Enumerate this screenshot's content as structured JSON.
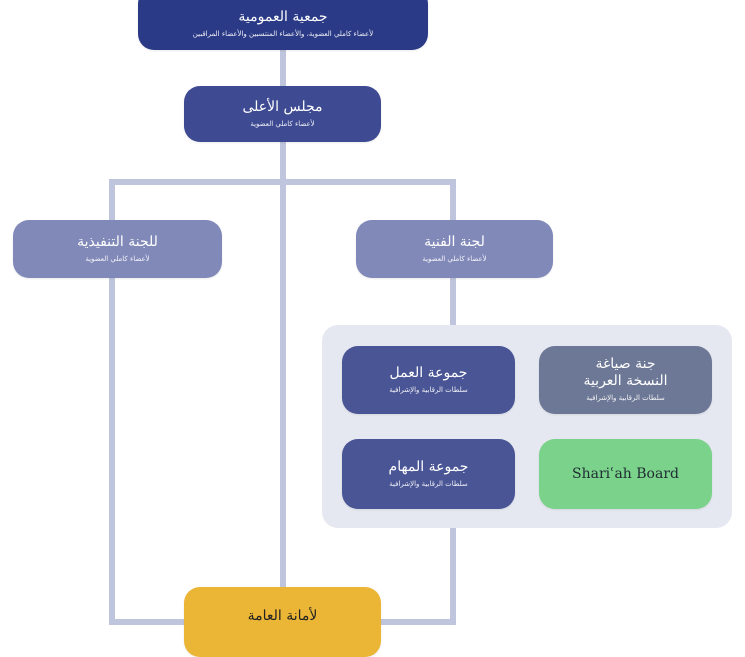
{
  "diagram": {
    "nodes": {
      "general_assembly": {
        "title": "جمعية العمومية",
        "subtitle": "لأعضاء كاملي العضوية، والأعضاء المنتسبين والأعضاء المراقبين"
      },
      "board": {
        "title": "مجلس الأعلى",
        "subtitle": "لأعضاء كاملي العضوية"
      },
      "executive_committee": {
        "title": "للجنة التنفيذية",
        "subtitle": "لأعضاء كاملي العضوية"
      },
      "technical_committee": {
        "title": "لجنة الفنية",
        "subtitle": "لأعضاء كاملي العضوية"
      },
      "working_groups": {
        "title": "جموعة العمل",
        "subtitle": "سلطات الرقابية والإشرافية"
      },
      "arabic_drafting": {
        "title_line1": "جنة صياغة",
        "title_line2": "النسخة العربية",
        "subtitle": "سلطات الرقابية والإشرافية"
      },
      "task_forces": {
        "title": "جموعة المهام",
        "subtitle": "سلطات الرقابية والإشرافية"
      },
      "sharia_board": {
        "title": "Shariʿah Board"
      },
      "secretariat": {
        "title": "لأمانة العامة"
      }
    },
    "colors": {
      "general_assembly": "#2a3a86",
      "board": "#3e4b93",
      "committees": "#8189b9",
      "groups": "#4a5596",
      "drafting": "#6d7896",
      "sharia": "#7bd28b",
      "secretariat": "#ebb536",
      "connector": "#bfc5dc",
      "panel": "#e6e8f1"
    }
  }
}
